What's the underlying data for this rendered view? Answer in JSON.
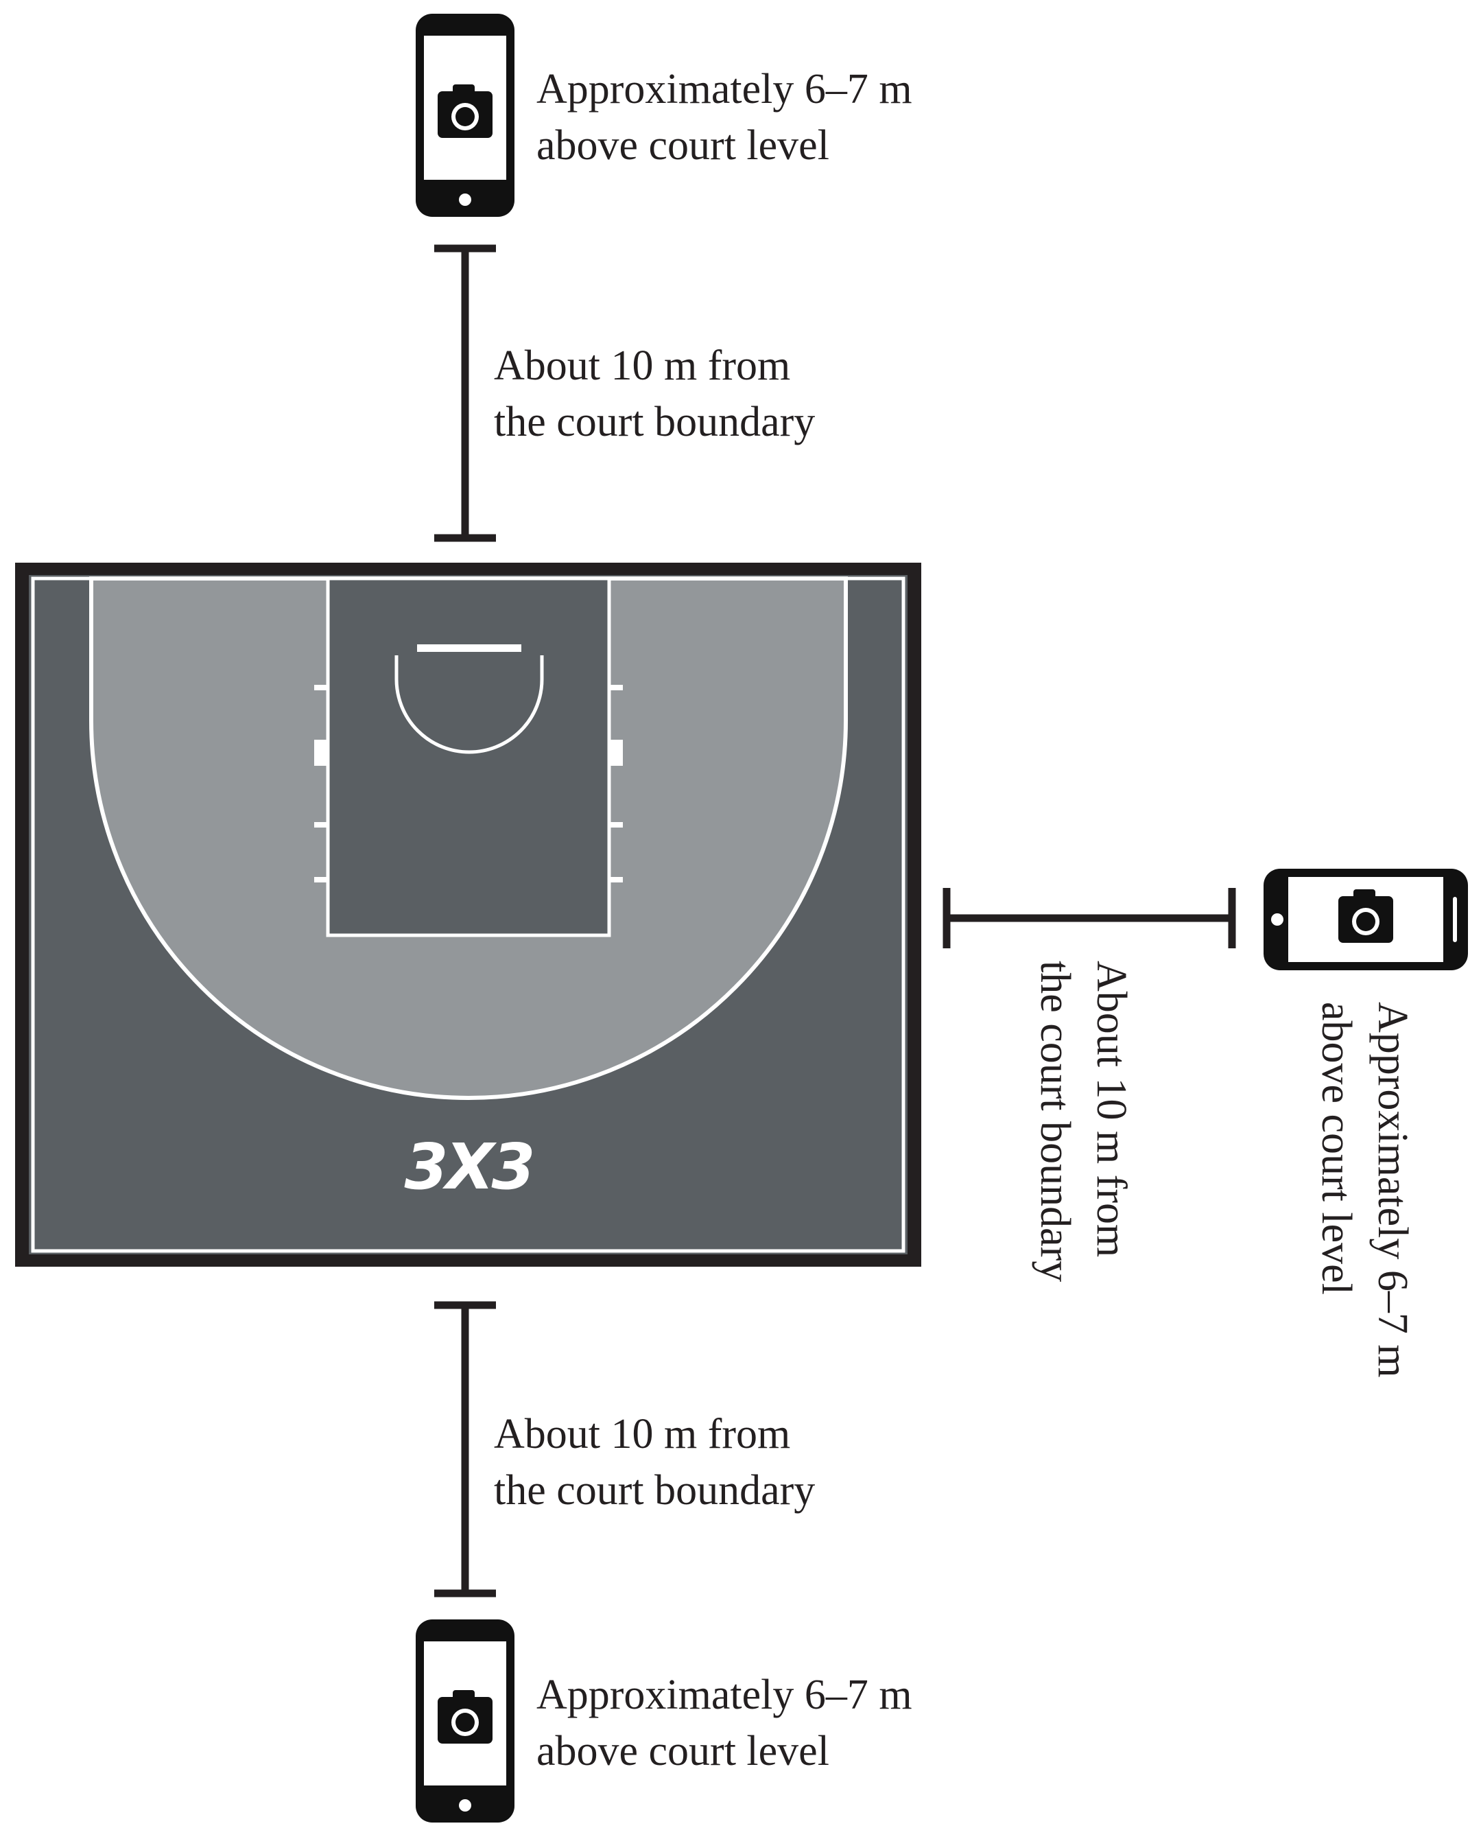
{
  "diagram": {
    "court": {
      "logo_text": "3X3",
      "colors": {
        "frame": "#231f20",
        "outer_floor": "#5a5f63",
        "inner_zone": "#93979a",
        "key": "#5a5f63",
        "lines": "#ffffff"
      }
    },
    "cameras": [
      {
        "position": "top",
        "icon": "smartphone-camera-icon",
        "height_label": [
          "Approximately 6–7 m",
          "above court level"
        ],
        "distance_label": [
          "About 10 m from",
          "the court boundary"
        ]
      },
      {
        "position": "right",
        "icon": "smartphone-camera-icon",
        "height_label": [
          "Approximately 6–7 m",
          "above court level"
        ],
        "distance_label": [
          "About 10 m from",
          "the court boundary"
        ]
      },
      {
        "position": "bottom",
        "icon": "smartphone-camera-icon",
        "height_label": [
          "Approximately 6–7 m",
          "above court level"
        ],
        "distance_label": [
          "About 10 m from",
          "the court boundary"
        ]
      }
    ]
  }
}
